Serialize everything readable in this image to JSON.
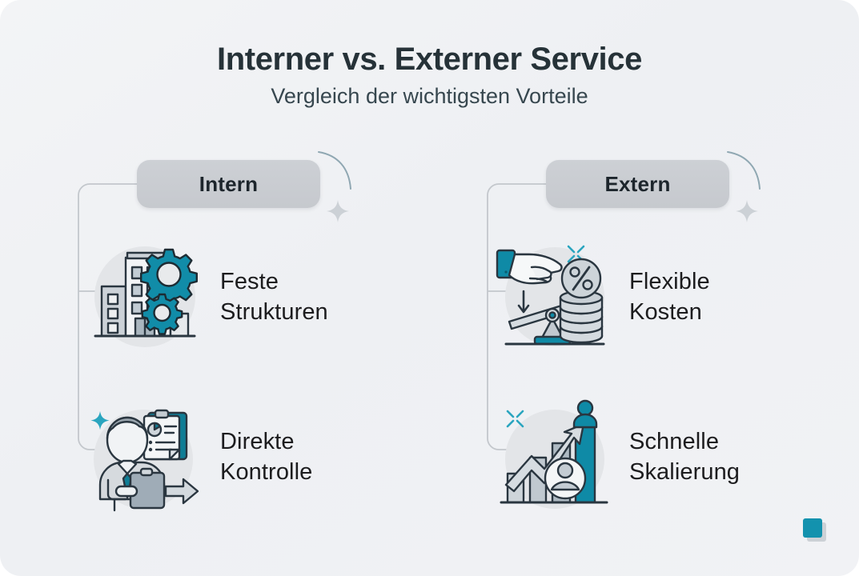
{
  "header": {
    "title": "Interner vs. Externer Service",
    "subtitle": "Vergleich der wichtigsten Vorteile"
  },
  "columns": [
    {
      "id": "intern",
      "pill_label": "Intern",
      "items": [
        {
          "label": "Feste\nStrukturen",
          "icon": "building-gears-icon"
        },
        {
          "label": "Direkte\nKontrolle",
          "icon": "person-clipboard-arrow-icon"
        }
      ]
    },
    {
      "id": "extern",
      "pill_label": "Extern",
      "items": [
        {
          "label": "Flexible\nKosten",
          "icon": "hand-lever-coins-percent-icon"
        },
        {
          "label": "Schnelle\nSkalierung",
          "icon": "growth-chart-people-icon"
        }
      ]
    }
  ],
  "decor": {
    "badge_name": "teal-square-badge",
    "sparkle_name": "sparkle-icon",
    "arc_name": "arc-decoration-icon"
  },
  "colors": {
    "accent_teal": "#1392ae",
    "accent_teal_dark": "#0f7d95",
    "ink": "#263238",
    "text": "#1c1c1e",
    "pill_bg": "#c9ccd1",
    "page_bg": "#f1f2f5",
    "line": "#c3c7cc",
    "icon_circle": "#e3e5e8",
    "icon_light": "#dfe3e7",
    "icon_mid": "#b8c2ca",
    "icon_stroke": "#2a3640"
  }
}
